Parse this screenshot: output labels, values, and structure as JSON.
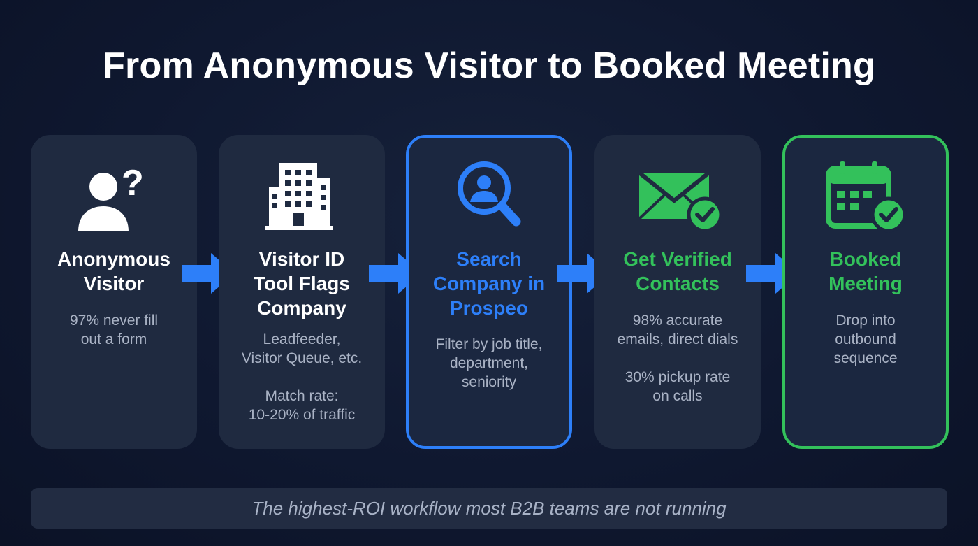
{
  "title": "From Anonymous Visitor to Booked Meeting",
  "colors": {
    "accent_blue": "#2d7ff9",
    "accent_green": "#33c15b",
    "card_bg": "#1f2a40",
    "text_muted": "#aab3c5"
  },
  "steps": [
    {
      "icon": "person-question-icon",
      "title": "Anonymous\nVisitor",
      "desc": "97% never fill\nout a form",
      "style": "default"
    },
    {
      "icon": "office-building-icon",
      "title": "Visitor ID\nTool Flags\nCompany",
      "desc": "Leadfeeder,\nVisitor Queue, etc.\n\nMatch rate:\n10-20% of traffic",
      "style": "default"
    },
    {
      "icon": "person-search-icon",
      "title": "Search\nCompany in\nProspeo",
      "desc": "Filter by job title,\ndepartment,\nseniority",
      "style": "blue"
    },
    {
      "icon": "envelope-check-icon",
      "title": "Get Verified\nContacts",
      "desc": "98% accurate\nemails, direct dials\n\n30% pickup rate\non calls",
      "style": "default"
    },
    {
      "icon": "calendar-check-icon",
      "title": "Booked\nMeeting",
      "desc": "Drop into\noutbound\nsequence",
      "style": "green"
    }
  ],
  "footer": "The highest-ROI workflow most B2B teams are not running"
}
